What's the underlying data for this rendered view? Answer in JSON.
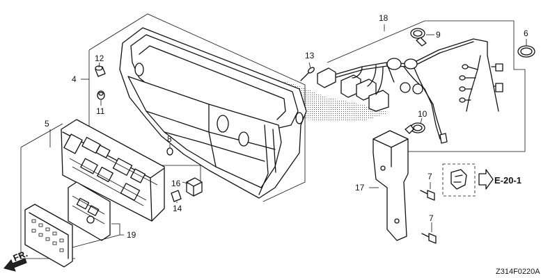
{
  "callouts": {
    "c4": "4",
    "c5": "5",
    "c6": "6",
    "c7a": "7",
    "c7b": "7",
    "c8": "8",
    "c9": "9",
    "c10": "10",
    "c11": "11",
    "c12": "12",
    "c13": "13",
    "c14": "14",
    "c16": "16",
    "c17": "17",
    "c18": "18",
    "c19": "19"
  },
  "reference": {
    "label": "E-20-1"
  },
  "front_marker": {
    "label": "FR."
  },
  "drawing_code": "Z314F0220A"
}
